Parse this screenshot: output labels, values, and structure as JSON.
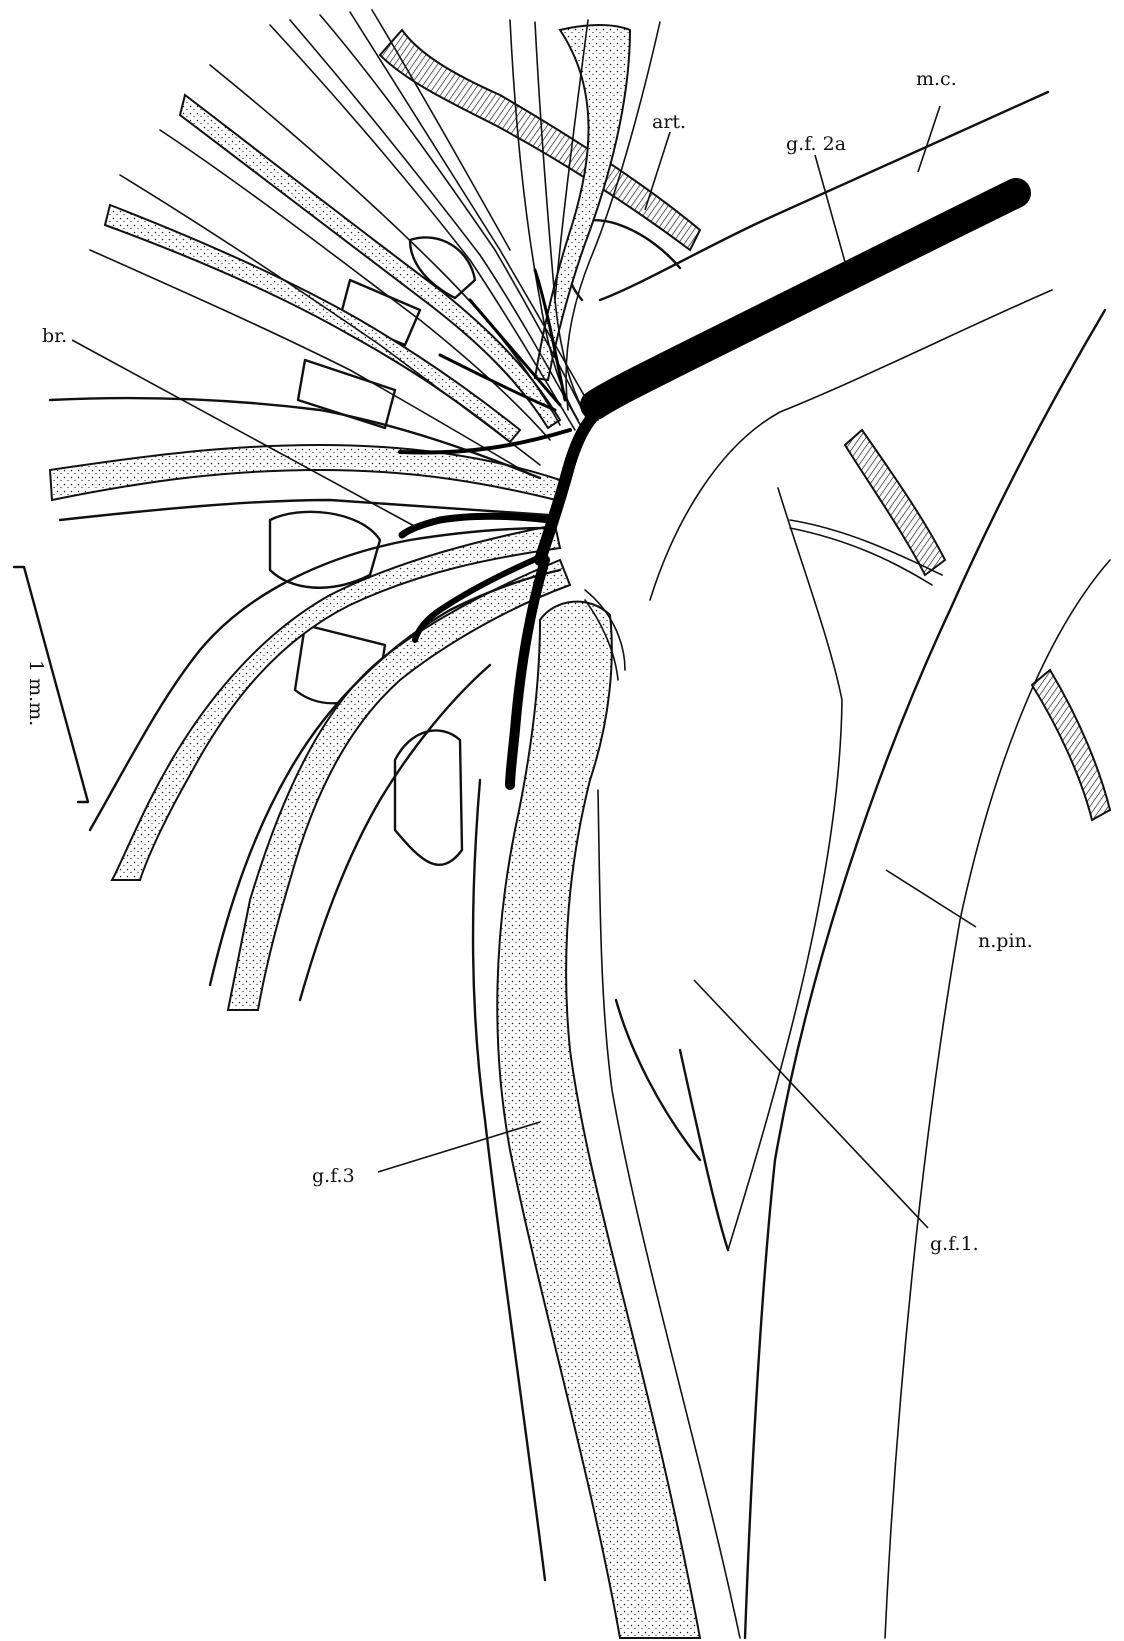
{
  "labels": {
    "mc": "m.c.",
    "art": "art.",
    "gf2a": "g.f. 2a",
    "br": "br.",
    "scale": "1 m.m.",
    "npin": "n.pin.",
    "gf3": "g.f.3",
    "gf1": "g.f.1."
  },
  "colors": {
    "ink": "#111111",
    "paper": "#ffffff",
    "stipple": "#1a1a1a"
  }
}
